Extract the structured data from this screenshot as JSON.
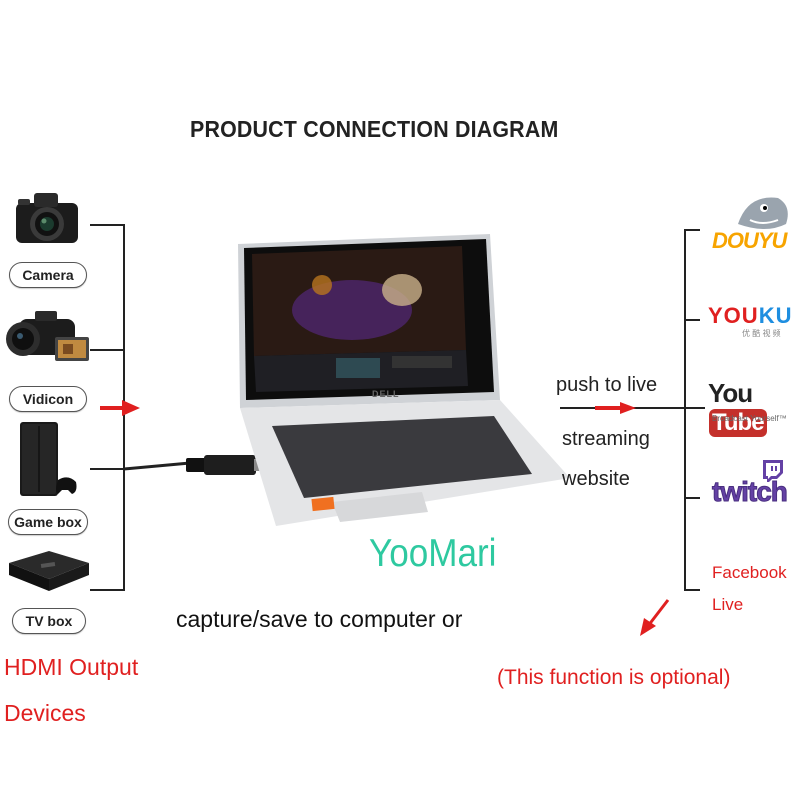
{
  "title": "PRODUCT CONNECTION DIAGRAM",
  "devices": [
    {
      "label": "Camera",
      "icon": "camera-icon"
    },
    {
      "label": "Vidicon",
      "icon": "camcorder-icon"
    },
    {
      "label": "Game box",
      "icon": "game-console-icon"
    },
    {
      "label": "TV box",
      "icon": "tv-box-icon"
    }
  ],
  "hdmi_label": {
    "line1": "HDMI Output",
    "line2": "Devices"
  },
  "laptop_brand": "DELL",
  "middle_text": {
    "line1": "push to live",
    "line2": "streaming",
    "line3": "website"
  },
  "platforms": {
    "douyu": "DOUYU",
    "youku": "YOUKU",
    "youku_sub": "优 酷 视 频",
    "youtube_you": "You",
    "youtube_tube": "Tube",
    "youtube_sub": "Broadcast Yourself™",
    "twitch": "twitch",
    "facebook_line1": "Facebook",
    "facebook_line2": "Live"
  },
  "brand_name": "YooMari",
  "capture_text": "capture/save to computer or",
  "optional_text": "(This function is optional)",
  "colors": {
    "red": "#e02020",
    "brand": "#2ec9a0",
    "youtube": "#c4302b",
    "twitch": "#6441a5",
    "douyu": "#f7a400"
  }
}
